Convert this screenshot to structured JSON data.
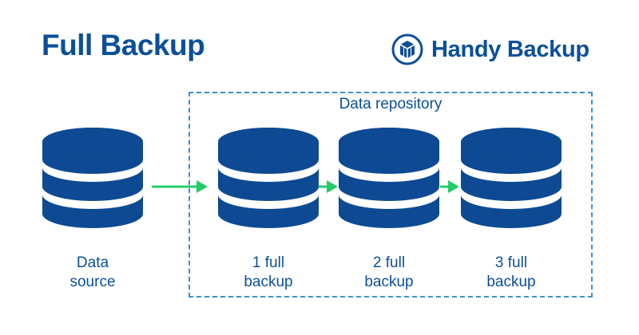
{
  "title": "Full Backup",
  "brand": {
    "name": "Handy Backup",
    "logo_icon": "handy-backup-logo-icon"
  },
  "repository": {
    "label": "Data repository"
  },
  "databases": [
    {
      "line1": "Data",
      "line2": "source"
    },
    {
      "line1": "1 full",
      "line2": "backup"
    },
    {
      "line1": "2 full",
      "line2": "backup"
    },
    {
      "line1": "3 full",
      "line2": "backup"
    }
  ],
  "colors": {
    "primary": "#0b4f9a",
    "db_fill": "#0d4a93",
    "arrow": "#22cc66",
    "dashed_border": "#3e8fd6"
  }
}
